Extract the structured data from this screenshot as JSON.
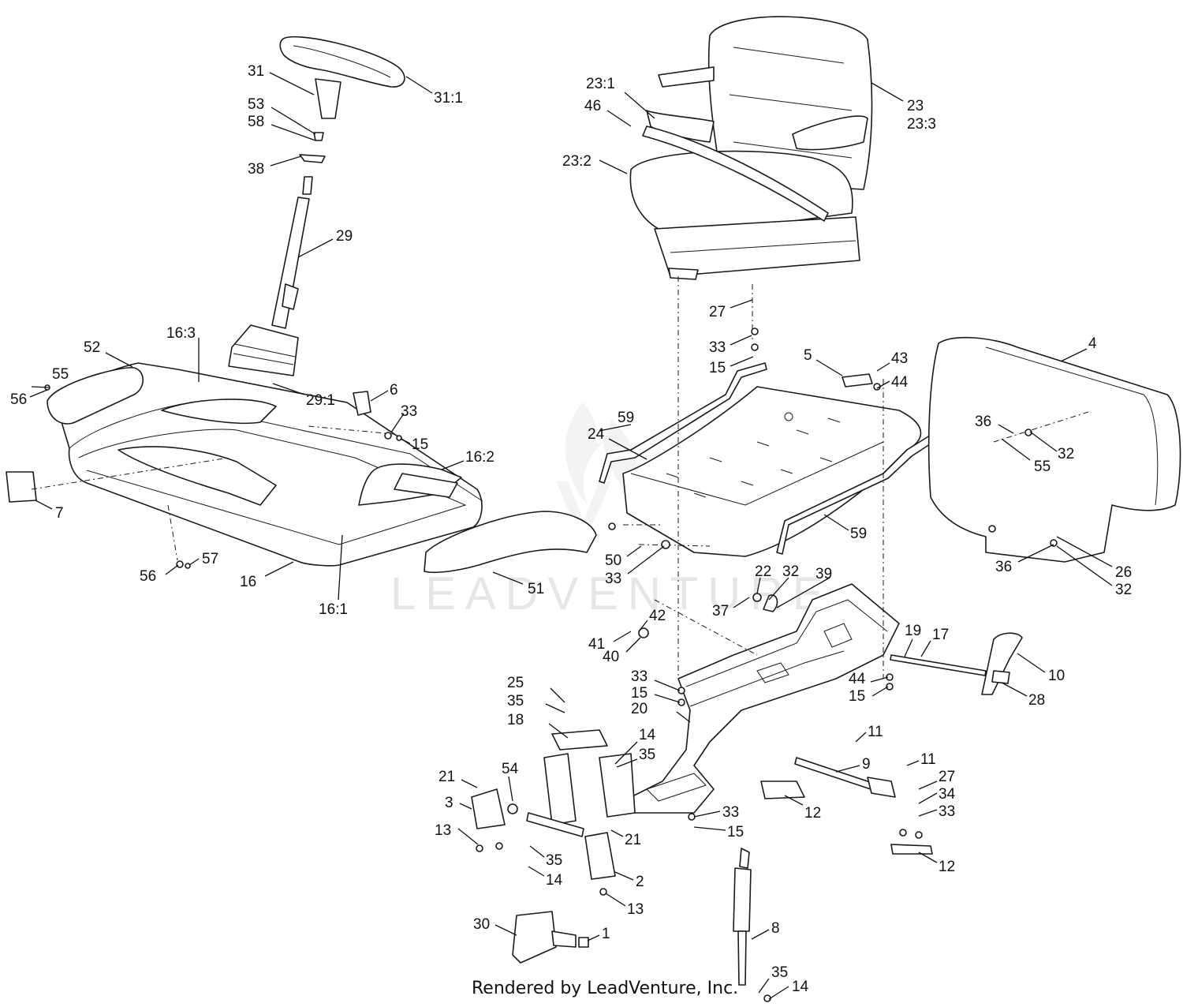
{
  "watermark": "LEADVENTURE",
  "footer": "Rendered by LeadVenture, Inc.",
  "callouts": [
    "31",
    "31:1",
    "53",
    "58",
    "38",
    "29",
    "16:3",
    "52",
    "55",
    "56",
    "29:1",
    "6",
    "33",
    "15",
    "16:2",
    "7",
    "56",
    "57",
    "16",
    "16:1",
    "23:1",
    "46",
    "23:2",
    "23",
    "23:3",
    "27",
    "33",
    "15",
    "5",
    "43",
    "44",
    "59",
    "24",
    "4",
    "36",
    "32",
    "55",
    "59",
    "50",
    "33",
    "51",
    "22",
    "32",
    "39",
    "37",
    "36",
    "26",
    "32",
    "42",
    "41",
    "40",
    "19",
    "17",
    "10",
    "33",
    "15",
    "20",
    "44",
    "15",
    "28",
    "25",
    "35",
    "18",
    "14",
    "35",
    "11",
    "11",
    "9",
    "21",
    "54",
    "3",
    "13",
    "21",
    "35",
    "14",
    "2",
    "13",
    "27",
    "34",
    "33",
    "33",
    "15",
    "12",
    "12",
    "30",
    "1",
    "8",
    "35",
    "14"
  ]
}
